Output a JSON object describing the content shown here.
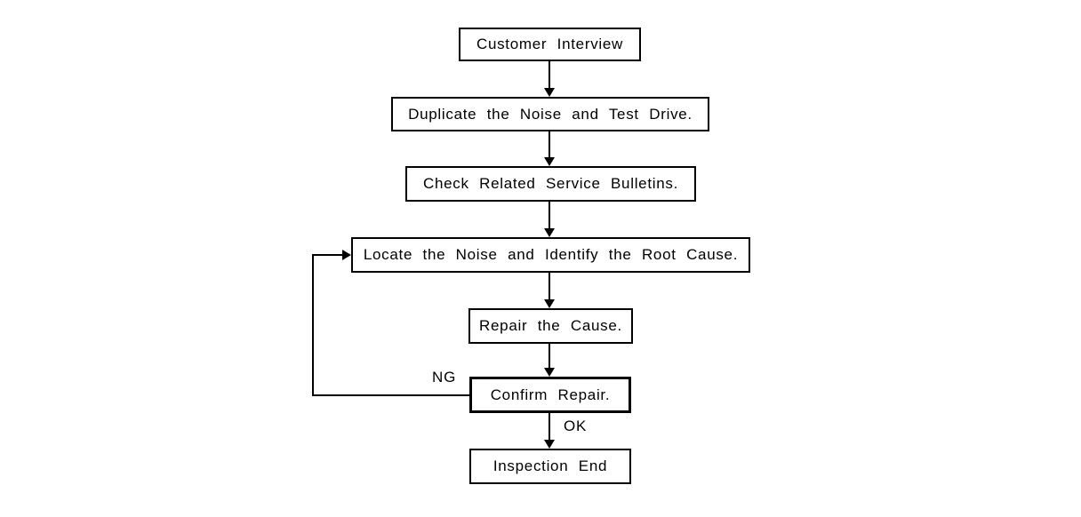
{
  "diagram": {
    "nodes": [
      {
        "id": "customer-interview",
        "label": "Customer Interview"
      },
      {
        "id": "duplicate-noise-test-drive",
        "label": "Duplicate the Noise and Test Drive."
      },
      {
        "id": "check-service-bulletins",
        "label": "Check Related Service Bulletins."
      },
      {
        "id": "locate-noise-root-cause",
        "label": "Locate the Noise and Identify the Root Cause."
      },
      {
        "id": "repair-cause",
        "label": "Repair the Cause."
      },
      {
        "id": "confirm-repair",
        "label": "Confirm Repair."
      },
      {
        "id": "inspection-end",
        "label": "Inspection End"
      }
    ],
    "edge_labels": {
      "ng": "NG",
      "ok": "OK"
    },
    "colors": {
      "line": "#000000",
      "background": "#ffffff",
      "box_fill": "#ffffff"
    }
  }
}
